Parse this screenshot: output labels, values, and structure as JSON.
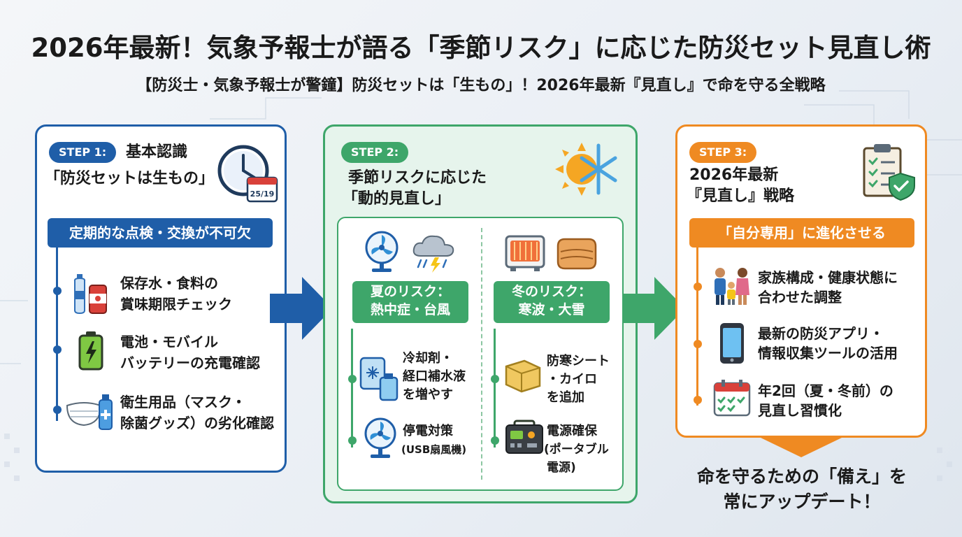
{
  "header": {
    "title": "2026年最新！気象予報士が語る「季節リスク」に応じた防災セット見直し術",
    "subtitle": "【防災士・気象予報士が警鐘】防災セットは「生もの」！2026年最新『見直し』で命を守る全戦略"
  },
  "step1": {
    "pill": "STEP 1:",
    "heading_a": "基本認識",
    "heading_b": "「防災セットは生もの」",
    "calendar_date": "25/19",
    "banner": "定期的な点検・交換が不可欠",
    "items": [
      {
        "line1": "保存水・食料の",
        "line2": "賞味期限チェック"
      },
      {
        "line1": "電池・モバイル",
        "line2": "バッテリーの充電確認"
      },
      {
        "line1": "衛生用品（マスク・",
        "line2": "除菌グッズ）の劣化確認"
      }
    ]
  },
  "step2": {
    "pill": "STEP 2:",
    "heading_a": "季節リスクに応じた",
    "heading_b": "「動的見直し」",
    "summer": {
      "banner_a": "夏のリスク：",
      "banner_b": "熱中症・台風",
      "items": [
        {
          "lines": [
            "冷却剤・",
            "経口補水液",
            "を増やす"
          ]
        },
        {
          "lines": [
            "停電対策",
            "(USB扇風機)"
          ]
        }
      ]
    },
    "winter": {
      "banner_a": "冬のリスク：",
      "banner_b": "寒波・大雪",
      "items": [
        {
          "lines": [
            "防寒シート",
            "・カイロ",
            "を追加"
          ]
        },
        {
          "lines": [
            "電源確保",
            "(ポータブル",
            "電源)"
          ]
        }
      ]
    }
  },
  "step3": {
    "pill": "STEP 3:",
    "heading_a": "2026年最新",
    "heading_b": "『見直し』戦略",
    "banner": "「自分専用」に進化させる",
    "items": [
      {
        "line1": "家族構成・健康状態に",
        "line2": "合わせた調整"
      },
      {
        "line1": "最新の防災アプリ・",
        "line2": "情報収集ツールの活用"
      },
      {
        "line1": "年2回（夏・冬前）の",
        "line2": "見直し習慣化"
      }
    ]
  },
  "footer": {
    "line1": "命を守るための「備え」を",
    "line2": "常にアップデート！"
  },
  "colors": {
    "blue": "#1f5ea8",
    "green": "#3ea66a",
    "orange": "#ef8a22"
  }
}
